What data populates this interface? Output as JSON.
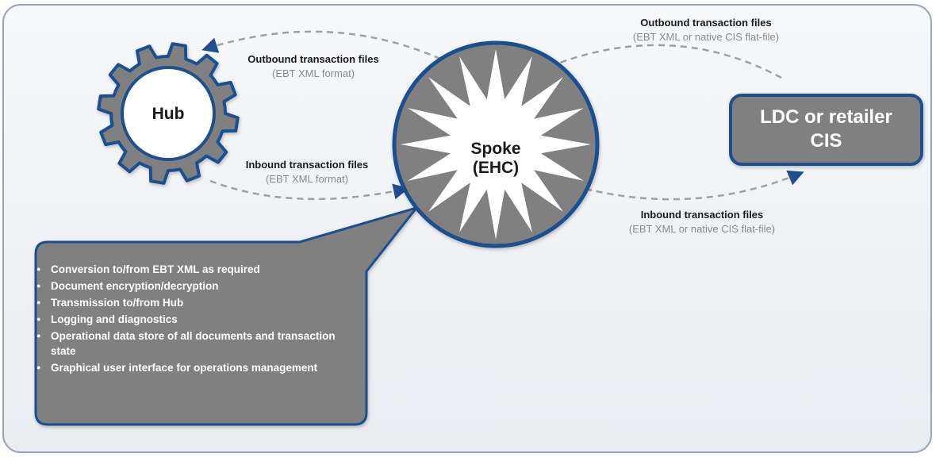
{
  "nodes": {
    "hub": "Hub",
    "spoke_line1": "Spoke",
    "spoke_line2": "(EHC)",
    "cis_line1": "LDC or retailer",
    "cis_line2": "CIS"
  },
  "flows": {
    "hub_outbound": {
      "title": "Outbound transaction files",
      "subtitle": "(EBT XML format)"
    },
    "hub_inbound": {
      "title": "Inbound transaction files",
      "subtitle": "(EBT XML format)"
    },
    "cis_outbound": {
      "title": "Outbound transaction files",
      "subtitle": "(EBT XML or native CIS flat-file)"
    },
    "cis_inbound": {
      "title": "Inbound transaction files",
      "subtitle": "(EBT XML or native CIS flat-file)"
    }
  },
  "features": [
    "Conversion to/from EBT XML as required",
    "Document encryption/decryption",
    "Transmission to/from Hub",
    "Logging and diagnostics",
    "Operational data store of all documents and transaction state",
    "Graphical user interface for operations management"
  ],
  "colors": {
    "background": "#eef0f3",
    "border": "#9aa3b5",
    "node_fill": "#808080",
    "node_outline": "#1f4f8f",
    "arrow": "#a0a0a0",
    "arrowhead": "#1f4f8f"
  }
}
